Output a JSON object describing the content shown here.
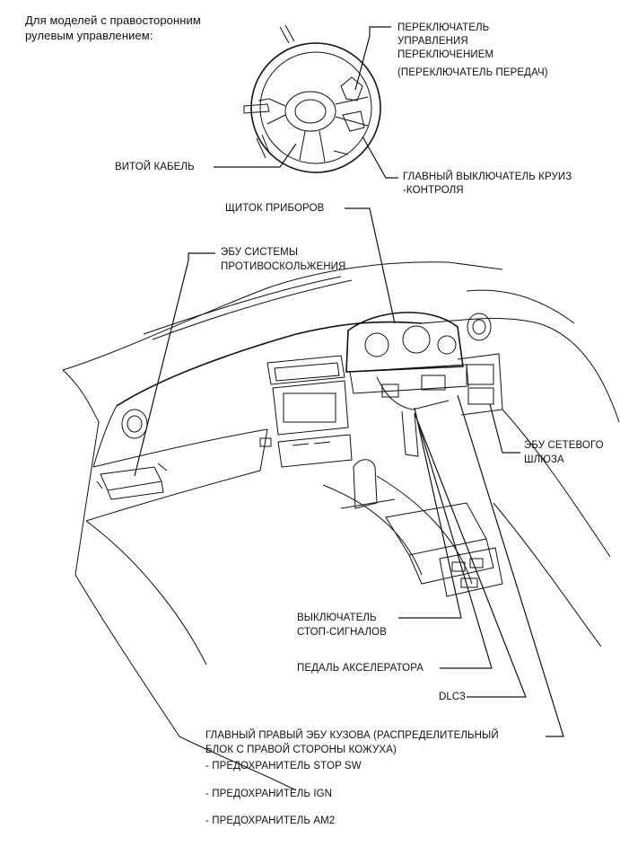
{
  "header": {
    "line1": "Для моделей с правосторонним",
    "line2": "рулевым управлением:"
  },
  "labels": {
    "shift_switch": [
      "ПЕРЕКЛЮЧАТЕЛЬ",
      "УПРАВЛЕНИЯ",
      "ПЕРЕКЛЮЧЕНИЕМ",
      "(ПЕРЕКЛЮЧАТЕЛЬ ПЕРЕДАЧ)"
    ],
    "spiral_cable": "ВИТОЙ КАБЕЛЬ",
    "cruise_switch": [
      "ГЛАВНЫЙ ВЫКЛЮЧАТЕЛЬ КРУИЗ",
      "-КОНТРОЛЯ"
    ],
    "combination_meter": "ЩИТОК ПРИБОРОВ",
    "skid_control_ecu": [
      "ЭБУ СИСТЕМЫ",
      "ПРОТИВОСКОЛЬЖЕНИЯ"
    ],
    "gateway_ecu": [
      "ЭБУ СЕТЕВОГО",
      "ШЛЮЗА"
    ],
    "stop_lamp_switch": [
      "ВЫКЛЮЧАТЕЛЬ",
      "СТОП-СИГНАЛОВ"
    ],
    "accel_pedal": "ПЕДАЛЬ АКСЕЛЕРАТОРА",
    "dlc3": "DLC3",
    "main_body_ecu": [
      "ГЛАВНЫЙ ПРАВЫЙ ЭБУ КУЗОВА (РАСПРЕДЕЛИТЕЛЬНЫЙ",
      "БЛОК С ПРАВОЙ СТОРОНЫ КОЖУХА)"
    ],
    "fuses": [
      "- ПРЕДОХРАНИТЕЛЬ STOP SW",
      "- ПРЕДОХРАНИТЕЛЬ IGN",
      "- ПРЕДОХРАНИТЕЛЬ AM2"
    ]
  }
}
